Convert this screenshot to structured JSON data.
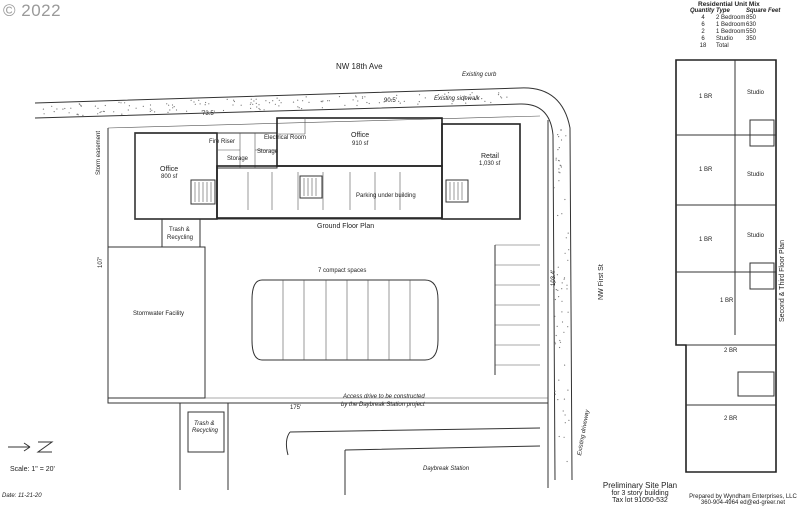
{
  "watermark": "© 2022",
  "street_top": "NW 18th Ave",
  "street_right": "NW First St",
  "existing_curb": "Existing curb",
  "existing_sidewalk": "Existing sidewalk",
  "existing_driveway": "Existing driveway",
  "dims": {
    "top_a": "73.5'",
    "top_b": "90.5'",
    "left": "107'",
    "right": "103.4'",
    "bottom": "175'"
  },
  "rooms": {
    "fire_riser": "Fire Riser",
    "electrical": "Electrical Room",
    "storage1": "Storage",
    "storage2": "Storage",
    "office_left_name": "Office",
    "office_left_area": "800 sf",
    "office_mid_name": "Office",
    "office_mid_area": "910 sf",
    "retail_name": "Retail",
    "retail_area": "1,030 sf",
    "parking_under": "Parking under building",
    "ground_floor": "Ground Floor Plan",
    "trash1_a": "Trash &",
    "trash1_b": "Recycling",
    "trash2_a": "Trash &",
    "trash2_b": "Recycling",
    "storm_easement": "Storm easement",
    "stormwater": "Stormwater Facility",
    "compact": "7 compact spaces",
    "access_a": "Access drive to be constructed",
    "access_b": "by the Daybreak Station project",
    "daybreak": "Daybreak Station"
  },
  "scale": "Scale:  1\" = 20'",
  "date": "Date: 11-21-20",
  "unit_mix": {
    "title": "Residential Unit Mix",
    "headers": [
      "Quantity",
      "Type",
      "Square Feet"
    ],
    "rows": [
      [
        "4",
        "2 Bedroom",
        "850"
      ],
      [
        "6",
        "1 Bedroom",
        "630"
      ],
      [
        "2",
        "1 Bedroom",
        "550"
      ],
      [
        "6",
        "Studio",
        "350"
      ],
      [
        "18",
        "Total",
        ""
      ]
    ]
  },
  "upper_units": [
    "1 BR",
    "Studio",
    "1 BR",
    "Studio",
    "1 BR",
    "Studio",
    "1 BR",
    "2 BR",
    "2 BR"
  ],
  "upper_label": "Second & Third Floor Plan",
  "title_block": {
    "line1": "Preliminary Site Plan",
    "line2": "for 3 story building",
    "line3": "Tax lot 91050-532"
  },
  "prepared": {
    "line1": "Prepared by Wyndham Enterprises, LLC",
    "line2": "360-904-4964   ed@ed-greer.net"
  }
}
